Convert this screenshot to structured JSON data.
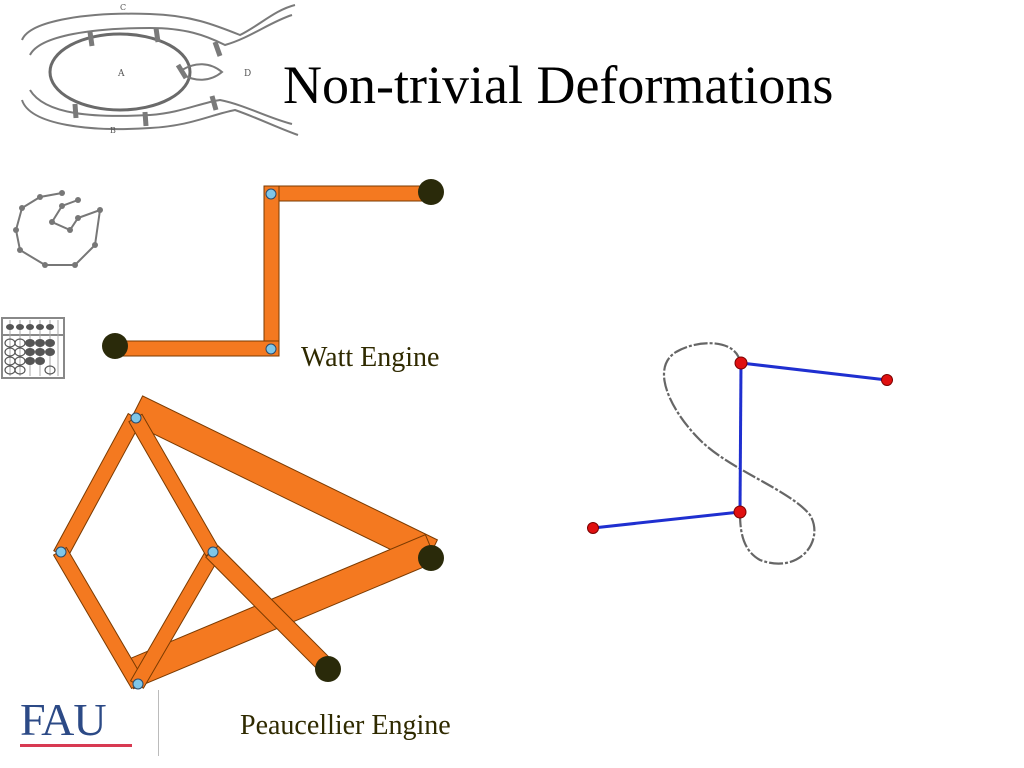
{
  "slide": {
    "title": "Non-trivial Deformations",
    "watt_caption": "Watt Engine",
    "peaucellier_caption": "Peaucellier Engine",
    "logo_text": "FAU"
  },
  "colors": {
    "bar": "#f47920",
    "bar_edge": "#7a3a00",
    "joint": "#7fc6e8",
    "end_node": "#2a2a0a",
    "linkage": "#1f2fd0",
    "linkage_node": "#e01010",
    "curve": "#666666",
    "logo_blue": "#2c4a86",
    "logo_red": "#d83a52"
  },
  "icons": {
    "bridges_sketch": "konigsberg-bridges-sketch-icon",
    "polygon_chain": "polygon-chain-icon",
    "abacus": "abacus-icon",
    "logo": "fau-logo"
  }
}
